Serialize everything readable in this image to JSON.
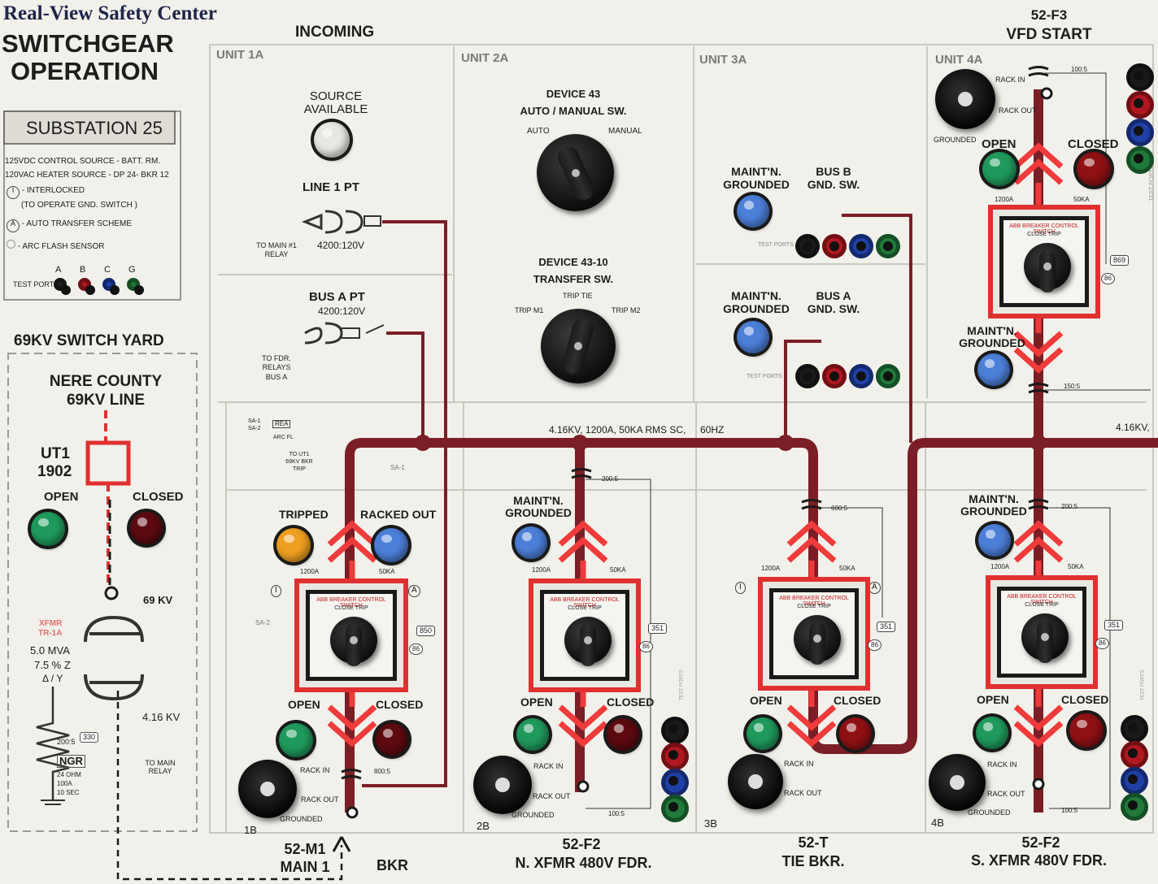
{
  "header": {
    "brand": "Real-View Safety Center",
    "title_line1": "SWITCHGEAR",
    "title_line2": "OPERATION"
  },
  "substation": {
    "name": "SUBSTATION 25",
    "notes": [
      "125VDC CONTROL SOURCE - BATT. RM.",
      "120VAC HEATER SOURCE - DP 24- BKR 12"
    ],
    "legend": [
      {
        "symbol": "I",
        "text": "- INTERLOCKED"
      },
      {
        "symbol": "",
        "text": "(TO OPERATE GND. SWITCH )"
      },
      {
        "symbol": "A",
        "text": "- AUTO TRANSFER SCHEME"
      },
      {
        "symbol": "",
        "text": "- ARC FLASH SENSOR"
      }
    ],
    "test_ports_label": "TEST PORTS",
    "test_port_letters": [
      "A",
      "B",
      "C",
      "G"
    ]
  },
  "switchyard": {
    "title": "69KV SWITCH YARD",
    "line_name_1": "NERE COUNTY",
    "line_name_2": "69KV LINE",
    "breaker_1": "UT1",
    "breaker_2": "1902",
    "open_label": "OPEN",
    "closed_label": "CLOSED",
    "hv_label": "69 KV",
    "xfmr_label_1": "XFMR",
    "xfmr_label_2": "TR-1A",
    "mva": "5.0 MVA",
    "impedance": "7.5 % Z",
    "winding": "Δ / Y",
    "lv_label": "4.16 KV",
    "ct_ratio": "200:5",
    "relay_num": "330",
    "ngr_label": "NGR",
    "ngr_spec_1": "24 OHM",
    "ngr_spec_2": "100A",
    "ngr_spec_3": "10 SEC",
    "to_main_1": "TO MAIN",
    "to_main_2": "RELAY"
  },
  "incoming_label": "INCOMING",
  "top_right_1": "52-F3",
  "top_right_2": "VFD START",
  "units": {
    "u1a": {
      "label": "UNIT 1A",
      "source_1": "SOURCE",
      "source_2": "AVAILABLE",
      "pt_label": "LINE 1  PT",
      "pt_ratio": "4200:120V",
      "to_relay_1": "TO MAIN #1",
      "to_relay_2": "RELAY"
    },
    "bus_a_pt": {
      "label": "BUS A  PT",
      "ratio": "4200:120V",
      "to_1": "TO FDR.",
      "to_2": "RELAYS",
      "to_3": "BUS A"
    },
    "arc": {
      "sa1": "SA-1",
      "sa2": "SA-2",
      "rea": "REA",
      "arc_fl": "ARC FL",
      "to_ut1_1": "TO UT1",
      "to_ut1_2": "69KV BKR",
      "to_ut1_3": "TRIP",
      "sa1b": "SA-1"
    },
    "u2a": {
      "label": "UNIT 2A",
      "dev43_1": "DEVICE 43",
      "dev43_2": "AUTO / MANUAL SW.",
      "auto": "AUTO",
      "manual": "MANUAL",
      "dev4310_1": "DEVICE 43-10",
      "dev4310_2": "TRANSFER SW.",
      "trip_tie": "TRIP TIE",
      "trip_m1": "TRIP M1",
      "trip_m2": "TRIP M2"
    },
    "u3a": {
      "label": "UNIT 3A",
      "maint_1": "MAINT'N.",
      "maint_2": "GROUNDED",
      "busb_1": "BUS B",
      "busb_2": "GND. SW.",
      "busa_1": "BUS A",
      "busa_2": "GND. SW.",
      "test_ports": "TEST PORTS"
    },
    "u4a": {
      "label": "UNIT 4A",
      "rack_in": "RACK IN",
      "rack_out": "RACK OUT",
      "grounded": "GROUNDED",
      "open": "OPEN",
      "closed": "CLOSED",
      "amps": "1200A",
      "ka": "50KA",
      "relay": "869",
      "dev86": "86",
      "maint_1": "MAINT'N.",
      "maint_2": "GROUNDED",
      "ct_top": "100:5",
      "ct_bot": "150:5",
      "test_ports": "TEST PORTS"
    }
  },
  "bus": {
    "rating": "4.16KV, 1200A, 50KA RMS SC,",
    "freq": "60HZ",
    "rating_right": "4.16KV,"
  },
  "lower": {
    "u1b": {
      "label": "1B",
      "tripped": "TRIPPED",
      "racked_out": "RACKED OUT",
      "amps": "1200A",
      "ka": "50KA",
      "relay": "850",
      "dev86": "86",
      "open": "OPEN",
      "closed": "CLOSED",
      "rack_in": "RACK IN",
      "rack_out": "RACK OUT",
      "grounded": "GROUNDED",
      "ct": "800:5",
      "sa2": "SA-2"
    },
    "u2b": {
      "label": "2B",
      "maint_1": "MAINT'N.",
      "maint_2": "GROUNDED",
      "amps": "1200A",
      "ka": "50KA",
      "relay": "351",
      "dev86": "86",
      "open": "OPEN",
      "closed": "CLOSED",
      "rack_in": "RACK IN",
      "rack_out": "RACK OUT",
      "grounded": "GROUNDED",
      "ct_top": "200:5",
      "ct_bot": "100:5",
      "test_ports": "TEST PORTS"
    },
    "u3b": {
      "label": "3B",
      "amps": "1200A",
      "ka": "50KA",
      "relay": "351",
      "dev86": "86",
      "open": "OPEN",
      "closed": "CLOSED",
      "rack_in": "RACK IN",
      "rack_out": "RACK OUT",
      "ct": "600:5"
    },
    "u4b": {
      "label": "4B",
      "maint_1": "MAINT'N.",
      "maint_2": "GROUNDED",
      "amps": "1200A",
      "ka": "50KA",
      "relay": "351",
      "dev86": "86",
      "open": "OPEN",
      "closed": "CLOSED",
      "rack_in": "RACK IN",
      "rack_out": "RACK OUT",
      "grounded": "GROUNDED",
      "ct_top": "200:5",
      "ct_bot": "100:5",
      "test_ports": "TEST PORTS"
    }
  },
  "abb": {
    "caption": "ABB  BREAKER CONTROL SWITCH",
    "close_trip": "CLOSE        TRIP"
  },
  "footer": {
    "m1_1": "52-M1",
    "m1_2": "MAIN 1",
    "bkr": "BKR",
    "f2n_1": "52-F2",
    "f2n_2": "N. XFMR 480V FDR.",
    "t_1": "52-T",
    "t_2": "TIE BKR.",
    "f2s_1": "52-F2",
    "f2s_2": "S. XFMR 480V FDR."
  },
  "colors": {
    "bus": "#7b1e25",
    "arrow": "#ef3b3b",
    "green_lamp": "#1f9a5c",
    "red_lamp": "#8f1114",
    "blue_lamp": "#4c7fd8",
    "amber_lamp": "#f0a020"
  }
}
